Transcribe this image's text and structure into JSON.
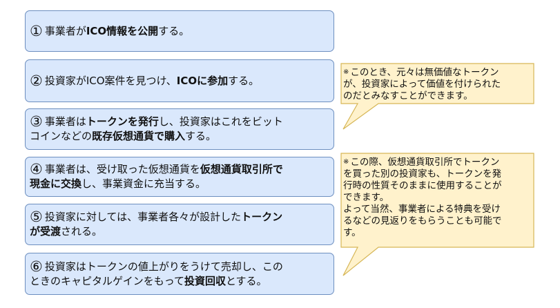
{
  "steps": [
    {
      "number": "①",
      "lines": [
        [
          {
            "t": "事業者が",
            "b": false
          },
          {
            "t": "ICO情報を公開",
            "b": true
          },
          {
            "t": "する。",
            "b": false
          }
        ]
      ]
    },
    {
      "number": "②",
      "lines": [
        [
          {
            "t": "投資家がICO案件を見つけ、",
            "b": false
          },
          {
            "t": "ICOに参加",
            "b": true
          },
          {
            "t": "する。",
            "b": false
          }
        ]
      ]
    },
    {
      "number": "③",
      "lines": [
        [
          {
            "t": "事業者は",
            "b": false
          },
          {
            "t": "トークンを発行",
            "b": true
          },
          {
            "t": "し、投資家はこれをビット",
            "b": false
          }
        ],
        [
          {
            "t": "コインなどの",
            "b": false
          },
          {
            "t": "既存仮想通貨で購入",
            "b": true
          },
          {
            "t": "する。",
            "b": false
          }
        ]
      ]
    },
    {
      "number": "④",
      "lines": [
        [
          {
            "t": "事業者は、受け取った仮想通貨を",
            "b": false
          },
          {
            "t": "仮想通貨取引所で",
            "b": true
          }
        ],
        [
          {
            "t": "現金に交換",
            "b": true
          },
          {
            "t": "し、事業資金に充当する。",
            "b": false
          }
        ]
      ]
    },
    {
      "number": "⑤",
      "lines": [
        [
          {
            "t": "投資家に対しては、事業者各々が設計した",
            "b": false
          },
          {
            "t": "トークン",
            "b": true
          }
        ],
        [
          {
            "t": "が受渡",
            "b": true
          },
          {
            "t": "される。",
            "b": false
          }
        ]
      ]
    },
    {
      "number": "⑥",
      "lines": [
        [
          {
            "t": "投資家はトークンの値上がりをうけて売却し、この",
            "b": false
          }
        ],
        [
          {
            "t": "ときのキャピタルゲインをもって",
            "b": false
          },
          {
            "t": "投資回収",
            "b": true
          },
          {
            "t": "とする。",
            "b": false
          }
        ]
      ]
    }
  ],
  "notes": [
    {
      "asterisk": "※",
      "lines": [
        "このとき、元々は無価値なトークン",
        "が、投資家によって価値を付けられた",
        "のだとみなすことができます。"
      ]
    },
    {
      "asterisk": "※",
      "lines": [
        "この際、仮想通貨取引所でトークン",
        "を買った別の投資家も、トークンを発",
        "行時の性質そのままに使用することが",
        "できます。",
        "よって当然、事業者による特典を受け",
        "るなどの見返りをもらうことも可能で",
        "す。"
      ]
    }
  ],
  "colors": {
    "step_fill": "#dae8fc",
    "step_border": "#6c8ebf",
    "note_fill": "#fff2cc",
    "note_border": "#d6b656"
  }
}
